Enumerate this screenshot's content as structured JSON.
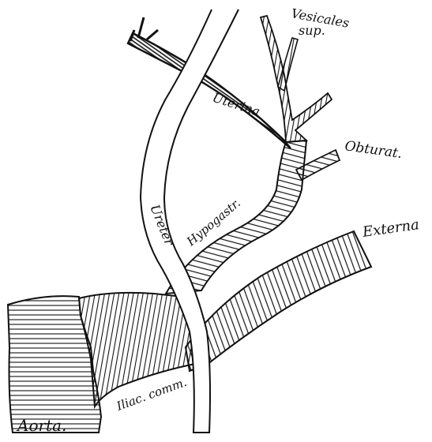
{
  "labels": {
    "vesicales": "Vesicales",
    "sup": "sup.",
    "uterina": "Uterina",
    "obturat": "Obturat.",
    "hypogastr": "Hypogastr.",
    "externa": "Externa",
    "ureter": "Ureter",
    "iliac_comm": "Iliac. comm.",
    "aorta": "Aorta."
  },
  "colors": {
    "ink": "#111111",
    "paper": "#ffffff"
  }
}
